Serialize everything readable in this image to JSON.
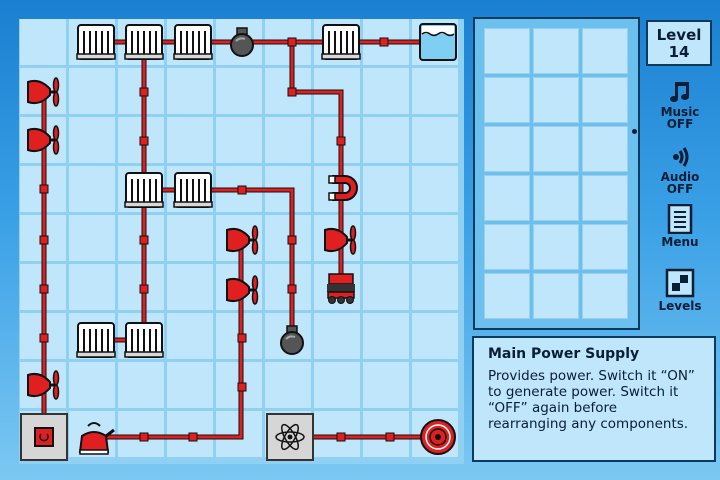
{
  "level": {
    "label": "Level",
    "number": "14"
  },
  "side_buttons": [
    {
      "id": "music",
      "icon": "music-note-icon",
      "line1": "Music",
      "line2": "OFF"
    },
    {
      "id": "audio",
      "icon": "sound-wave-icon",
      "line1": "Audio",
      "line2": "OFF"
    },
    {
      "id": "menu",
      "icon": "menu-list-icon",
      "line1": "Menu",
      "line2": ""
    },
    {
      "id": "levels",
      "icon": "levels-grid-icon",
      "line1": "Levels",
      "line2": ""
    }
  ],
  "info_panel": {
    "title": "Main Power Supply",
    "description": "Provides power. Switch it “ON” to generate power. Switch it “OFF” again before rearranging any components."
  },
  "colors": {
    "wire": "#e02020",
    "tile": "#bfe6fb",
    "panel_border": "#0c3a5c",
    "background_top": "#1a7fd0"
  }
}
